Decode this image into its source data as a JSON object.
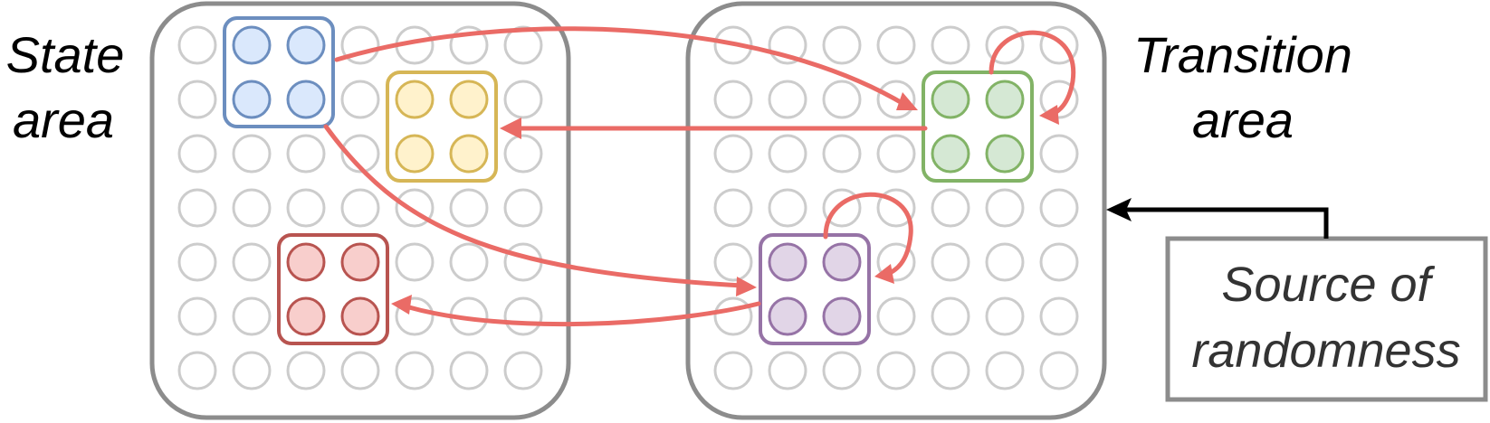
{
  "labels": {
    "state_line1": "State",
    "state_line2": "area",
    "transition_line1": "Transition",
    "transition_line2": "area",
    "source_line1": "Source of",
    "source_line2": "randomness"
  },
  "grid": {
    "rows": 7,
    "cols": 7
  },
  "groups": [
    {
      "name": "blue-group",
      "area": "state",
      "row": 0,
      "col": 1,
      "fill": "#dae8fc",
      "stroke": "#6c8ebf"
    },
    {
      "name": "yellow-group",
      "area": "state",
      "row": 1,
      "col": 4,
      "fill": "#fff2cc",
      "stroke": "#d6b656"
    },
    {
      "name": "red-group",
      "area": "state",
      "row": 4,
      "col": 2,
      "fill": "#f8cecc",
      "stroke": "#b85450"
    },
    {
      "name": "green-group",
      "area": "transition",
      "row": 1,
      "col": 4,
      "fill": "#d5e8d4",
      "stroke": "#82b366"
    },
    {
      "name": "purple-group",
      "area": "transition",
      "row": 4,
      "col": 1,
      "fill": "#e1d5e7",
      "stroke": "#9673a6"
    }
  ],
  "colors": {
    "arrow": "#ea6b66",
    "area_border": "#8c8c8c",
    "empty_cell": "#cccccc",
    "source_border": "#8c8c8c",
    "source_arrow": "#000000"
  }
}
